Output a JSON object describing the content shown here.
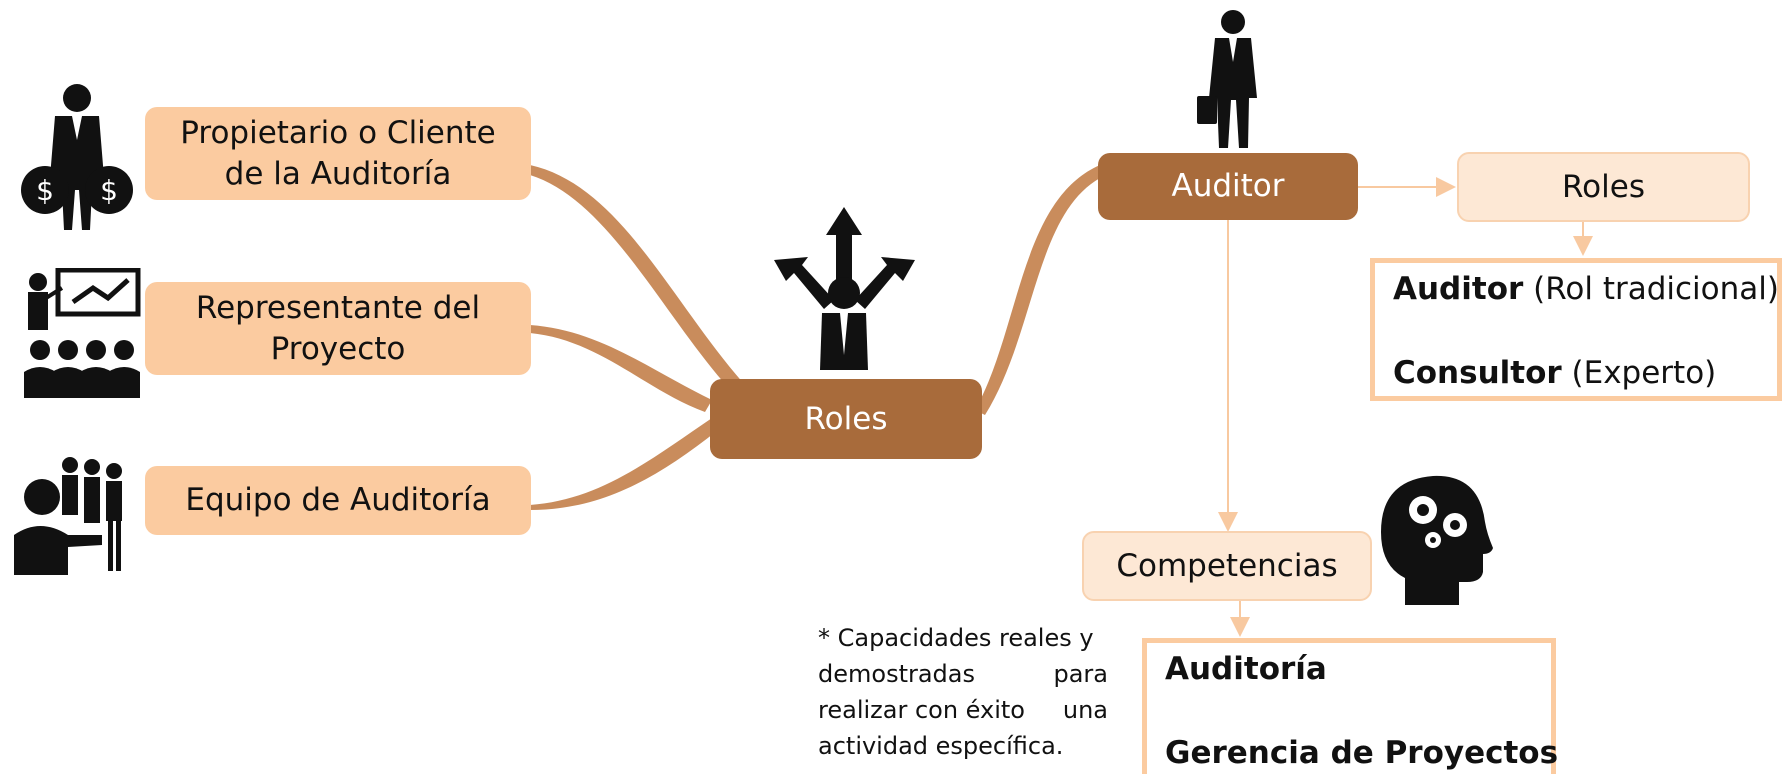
{
  "center": {
    "label": "Roles"
  },
  "left_nodes": [
    {
      "line1": "Propietario o Cliente",
      "line2": "de la Auditoría",
      "icon": "owner-moneybags-icon"
    },
    {
      "line1": "Representante del",
      "line2": "Proyecto",
      "icon": "presentation-audience-icon"
    },
    {
      "label": "Equipo de Auditoría",
      "icon": "team-handshake-icon"
    }
  ],
  "auditor": {
    "label": "Auditor",
    "icon": "businessman-briefcase-icon"
  },
  "roles_node": {
    "label": "Roles"
  },
  "roles_box": {
    "item1_bold": "Auditor",
    "item1_rest": "(Rol tradicional)",
    "item2_bold": "Consultor",
    "item2_rest": "(Experto)"
  },
  "competencias_node": {
    "label": "Competencias",
    "icon": "head-gears-icon"
  },
  "competencias_box": {
    "item1": "Auditoría",
    "item2": "Gerencia de Proyectos"
  },
  "note": {
    "line1": "* Capacidades reales y",
    "line2a": "demostradas",
    "line2b": "para",
    "line3a": "realizar con éxito",
    "line3b": "una",
    "line4": "actividad específica."
  },
  "colors": {
    "branch": "#c98c5c",
    "dark": "#a86b3b",
    "light": "#fbcba0",
    "pale": "#fde8d5",
    "arrow": "#f8c9a0"
  }
}
